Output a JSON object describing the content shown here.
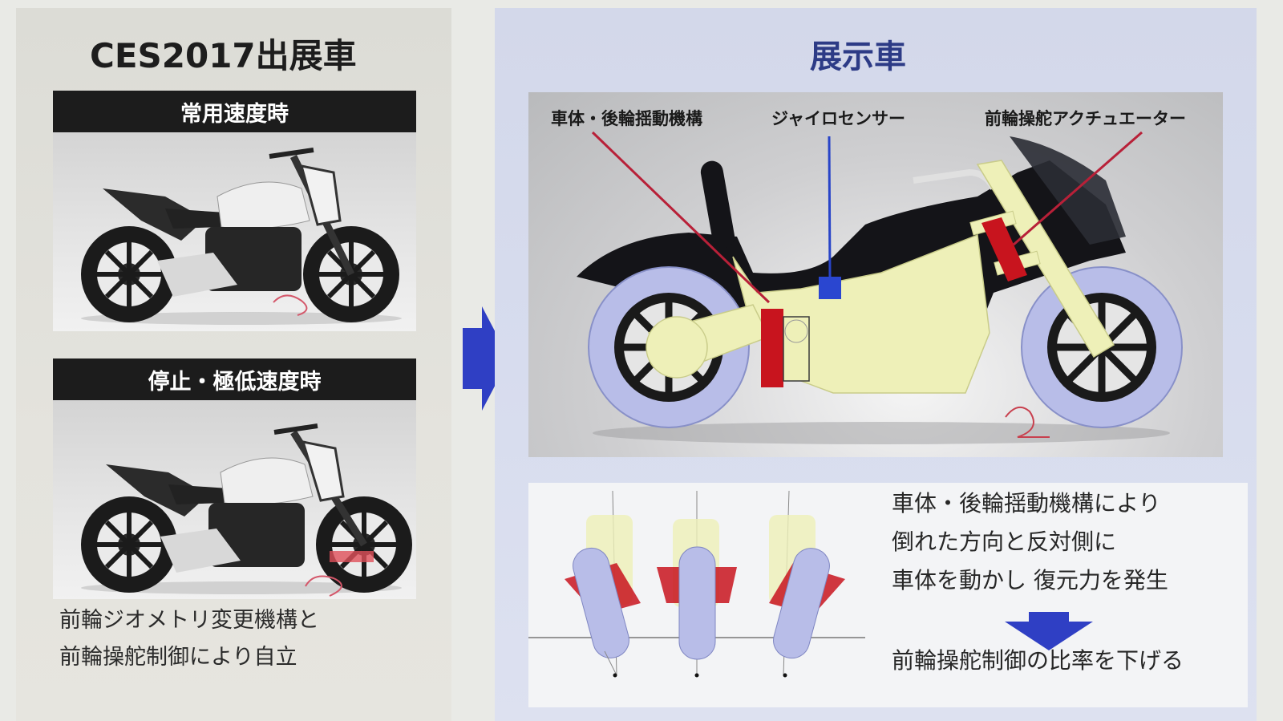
{
  "left_panel": {
    "title": "CES2017出展車",
    "sections": [
      {
        "label": "常用速度時",
        "photo": "motorcycle-photo-normal-speed"
      },
      {
        "label": "停止・極低速度時",
        "photo": "motorcycle-photo-stopped-low-speed"
      }
    ],
    "caption_lines": [
      "前輪ジオメトリ変更機構と",
      "前輪操舵制御により自立"
    ]
  },
  "transition_arrow": {
    "icon": "right-arrow-icon",
    "color": "#2f3fc4"
  },
  "right_panel": {
    "title": "展示車",
    "callouts": [
      {
        "label": "車体・後輪揺動機構",
        "line_color": "#c0283a"
      },
      {
        "label": "ジャイロセンサー",
        "line_color": "#2844c8"
      },
      {
        "label": "前輪操舵アクチュエーター",
        "line_color": "#c0283a"
      }
    ],
    "explanation_lines": [
      "車体・後輪揺動機構により",
      "倒れた方向と反対側に",
      "車体を動かし 復元力を発生"
    ],
    "result_arrow": {
      "icon": "down-arrow-icon",
      "color": "#2f3fc4"
    },
    "result_text": "前輪操舵制御の比率を下げる",
    "lean_diagrams": [
      "lean-left",
      "upright",
      "lean-right"
    ]
  },
  "colors": {
    "frame_overlay": "#eef0b8",
    "wheel_overlay": "#b8bde8",
    "mechanism_red": "#c8141e",
    "sensor_blue": "#2a46d0",
    "title_blue": "#2d3b86"
  }
}
